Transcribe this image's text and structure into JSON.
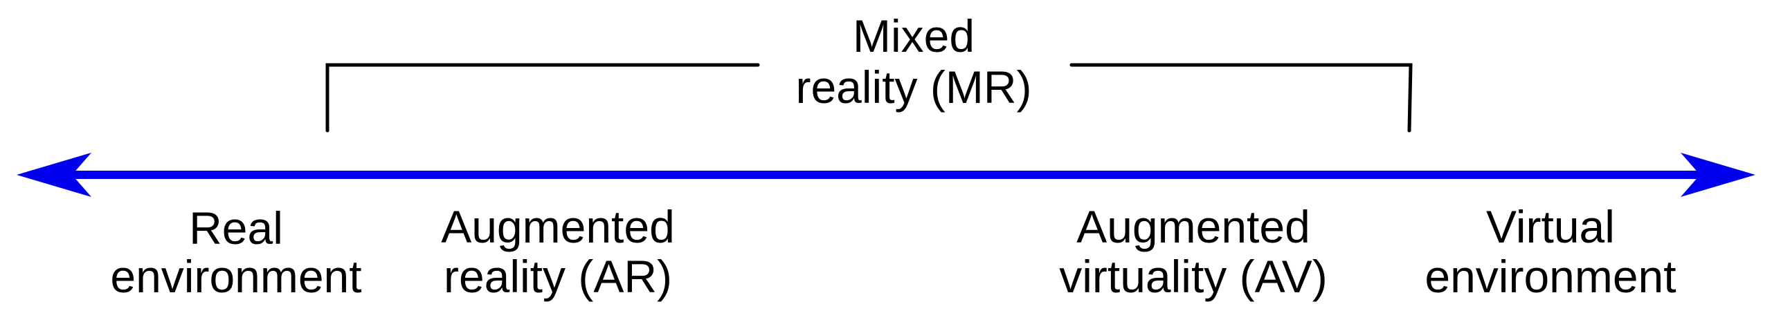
{
  "diagram": {
    "mixed_reality": {
      "line1": "Mixed",
      "line2": "reality (MR)"
    },
    "real_environment": {
      "line1": "Real",
      "line2": "environment"
    },
    "augmented_reality": {
      "line1": "Augmented",
      "line2": "reality (AR)"
    },
    "augmented_virtuality": {
      "line1": "Augmented",
      "line2": "virtuality (AV)"
    },
    "virtual_environment": {
      "line1": "Virtual",
      "line2": "environment"
    }
  },
  "colors": {
    "axis": "#0000ee",
    "bracket": "#000000",
    "text": "#000000"
  }
}
